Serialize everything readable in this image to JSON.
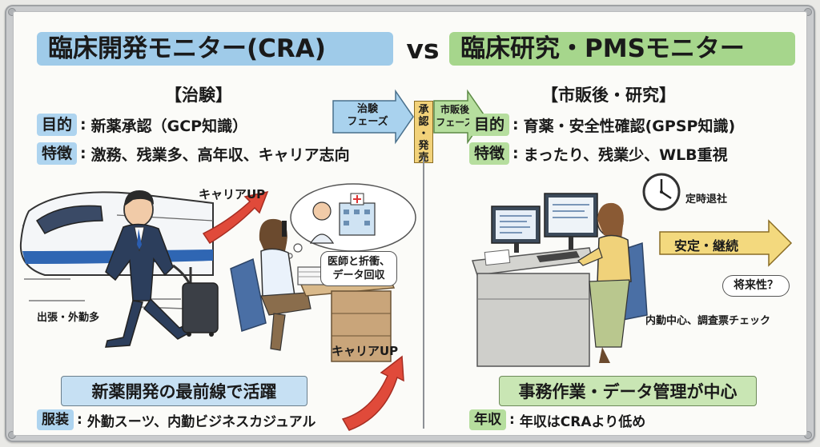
{
  "left": {
    "title": "臨床開発モニター(CRA)",
    "subtitle": "【治験】",
    "purpose_tag": "目的",
    "purpose_text": "新薬承認（GCP知識）",
    "feature_tag": "特徴",
    "feature_text": "激務、残業多、高年収、キャリア志向",
    "career_up_top": "キャリアUP",
    "career_up_bottom": "キャリアUP",
    "travel_label": "出張・外勤多",
    "negotiation_bubble": [
      "医師と折衝、",
      "データ回収"
    ],
    "banner": "新薬開発の最前線で活躍",
    "clothes_tag": "服装",
    "clothes_text": "外勤スーツ、内勤ビジネスカジュアル"
  },
  "vs": "vs",
  "phase": {
    "trial": [
      "治験",
      "フェーズ"
    ],
    "approval": [
      "承",
      "認",
      "・",
      "発",
      "売"
    ],
    "postmarket": [
      "市販後",
      "フェーズ"
    ]
  },
  "right": {
    "title": "臨床研究・PMSモニター",
    "subtitle": "【市販後・研究】",
    "purpose_tag": "目的",
    "purpose_text": "育薬・安全性確認(GPSP知識)",
    "feature_tag": "特徴",
    "feature_text": "まったり、残業少、WLB重視",
    "clock_label": "定時退社",
    "stable_label": "安定・継続",
    "future_bubble": "将来性？",
    "office_label": "内勤中心、調査票チェック",
    "banner": "事務作業・データ管理が中心",
    "salary_tag": "年収",
    "salary_text": "年収はCRAより低め"
  },
  "colors": {
    "left_accent": "#9fcbe9",
    "right_accent": "#a6d68c",
    "career_arrow": "#e04a3a",
    "approval_box": "#f2d27a"
  }
}
